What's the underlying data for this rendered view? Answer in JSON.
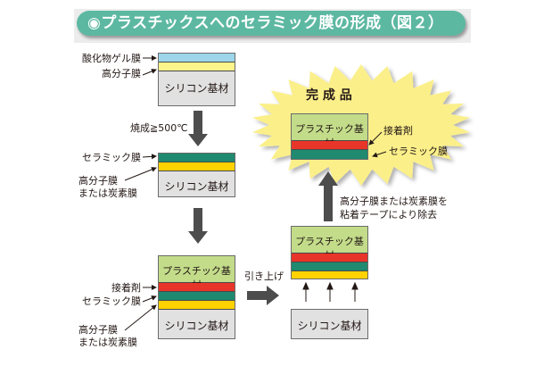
{
  "header": {
    "title": "◉プラスチックスへのセラミック膜の形成（図２）",
    "color": "#5db8a2"
  },
  "colors": {
    "oxide_gel": "#9dd6ea",
    "polymer_light": "#fdf48b",
    "polymer": "#ffd200",
    "ceramic": "#1f8a70",
    "adhesive": "#e8352a",
    "plastic": "#c3dc8a",
    "silicon": "#e1e1e1",
    "burst": "#fbef8a",
    "arrow": "#4d4d4d"
  },
  "step1": {
    "substrate": "シリコン基材",
    "labels": {
      "oxide_gel": "酸化物ゲル膜",
      "polymer": "高分子膜"
    }
  },
  "process1": {
    "label": "焼成≧500℃"
  },
  "step2": {
    "substrate": "シリコン基材",
    "labels": {
      "ceramic": "セラミック膜",
      "polymer_line1": "高分子膜",
      "polymer_line2": "または炭素膜"
    }
  },
  "step3": {
    "plastic": "プラスチック基材",
    "substrate": "シリコン基材",
    "labels": {
      "adhesive": "接着剤",
      "ceramic": "セラミック膜",
      "polymer_line1": "高分子膜",
      "polymer_line2": "または炭素膜"
    }
  },
  "process2": {
    "label": "引き上げ"
  },
  "step4": {
    "plastic": "プラスチック基材",
    "substrate": "シリコン基材"
  },
  "process3": {
    "label_line1": "高分子膜または炭素膜を",
    "label_line2": "粘着テープにより除去"
  },
  "final": {
    "title": "完 成 品",
    "plastic": "プラスチック基材",
    "labels": {
      "adhesive": "接着剤",
      "ceramic": "セラミック膜"
    }
  }
}
